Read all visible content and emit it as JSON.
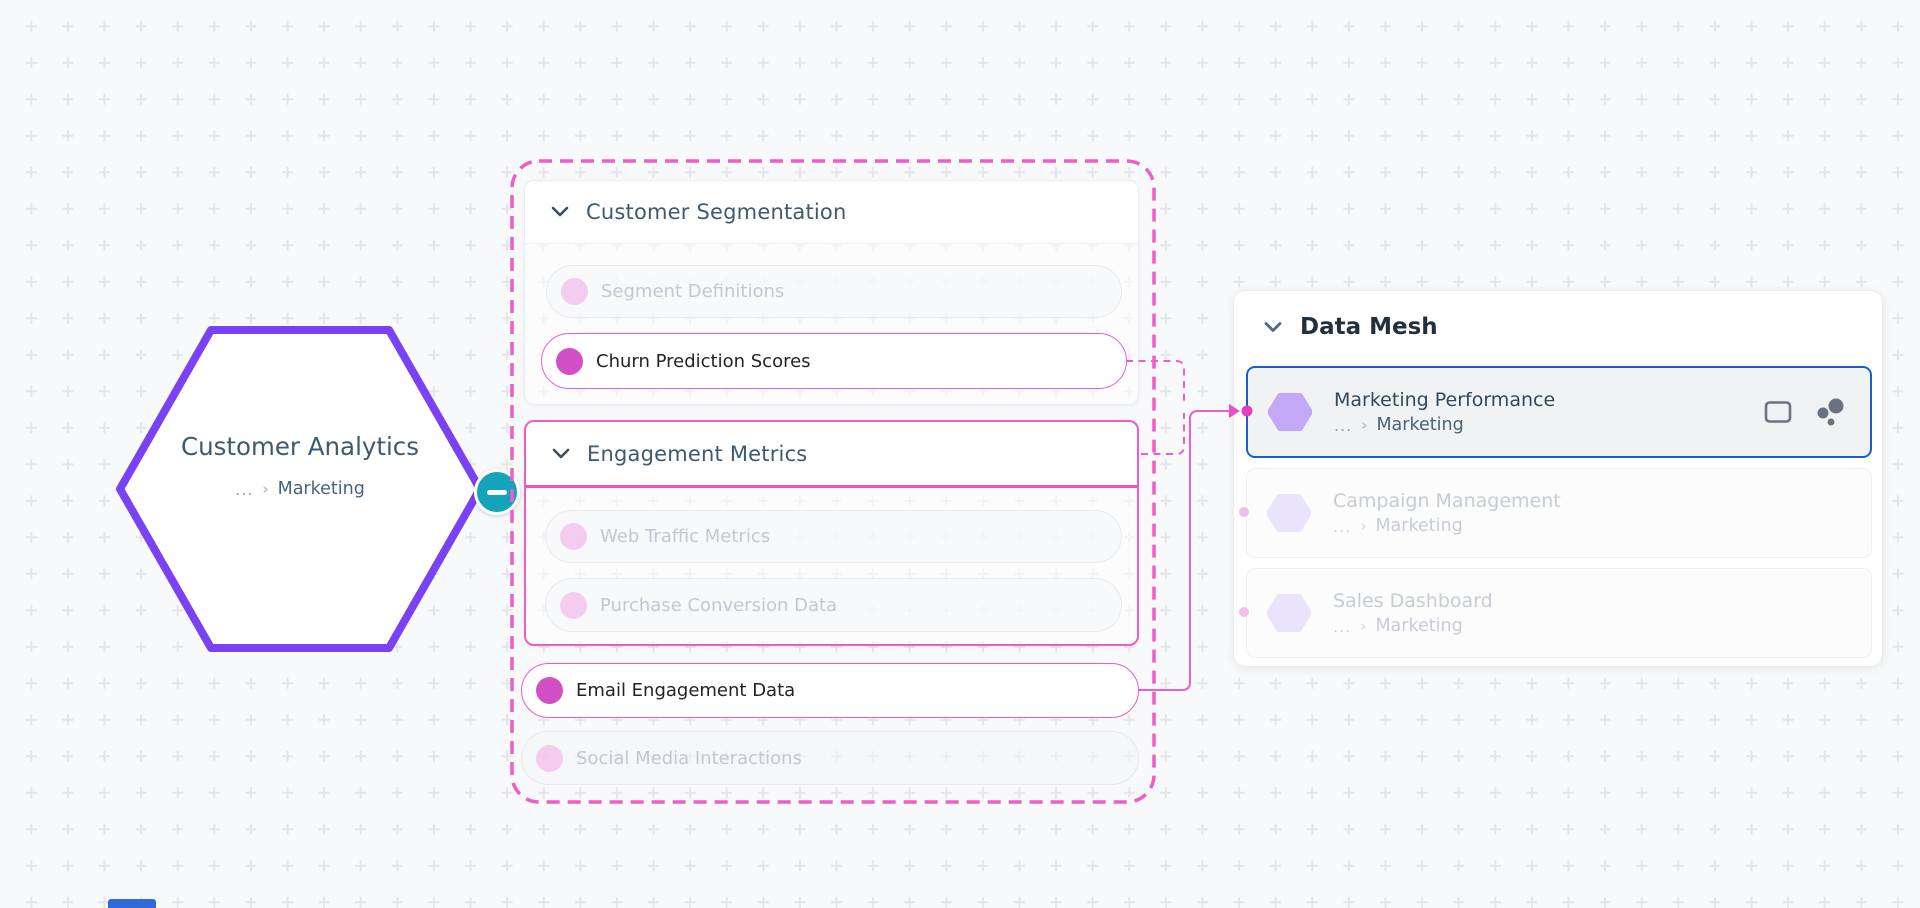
{
  "hexagon_node": {
    "title": "Customer Analytics",
    "breadcrumb": {
      "ellipsis": "...",
      "separator": "›",
      "target": "Marketing"
    }
  },
  "segmentation_group": {
    "title": "Customer Segmentation",
    "items": [
      {
        "label": "Segment Definitions",
        "state": "faded"
      },
      {
        "label": "Churn Prediction Scores",
        "state": "highlighted"
      }
    ]
  },
  "engagement_group": {
    "title": "Engagement Metrics",
    "items": [
      {
        "label": "Web Traffic Metrics",
        "state": "faded"
      },
      {
        "label": "Purchase Conversion Data",
        "state": "faded"
      }
    ]
  },
  "standalone_items": [
    {
      "label": "Email Engagement Data",
      "state": "highlighted"
    },
    {
      "label": "Social Media Interactions",
      "state": "faded"
    }
  ],
  "data_mesh_panel": {
    "title": "Data Mesh",
    "rows": [
      {
        "title": "Marketing Performance",
        "state": "selected",
        "breadcrumb": {
          "ellipsis": "...",
          "separator": "›",
          "target": "Marketing"
        }
      },
      {
        "title": "Campaign Management",
        "state": "faded",
        "breadcrumb": {
          "ellipsis": "...",
          "separator": "›",
          "target": "Marketing"
        }
      },
      {
        "title": "Sales Dashboard",
        "state": "faded",
        "breadcrumb": {
          "ellipsis": "...",
          "separator": "›",
          "target": "Marketing"
        }
      }
    ]
  },
  "colors": {
    "canvas_background": "#F8F9FA",
    "grid_plus": "#E3E5E9",
    "node_purple": "#7A42F4",
    "collapse_teal": "#14A3B8",
    "link_pink": "#EC5FC4",
    "dataset_magenta": "#D44FC4",
    "selection_blue": "#1A5FC8",
    "heading_slate": "#3D5A6E",
    "hexagon_icon_purple": "#C3A8F8"
  }
}
